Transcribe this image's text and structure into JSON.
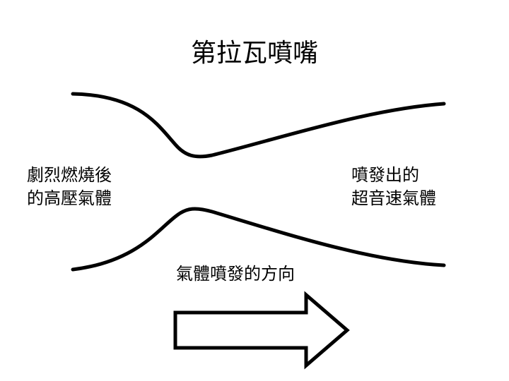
{
  "title": "第拉瓦噴嘴",
  "inlet_label": {
    "line1": "劇烈燃燒後",
    "line2": "的高壓氣體"
  },
  "outlet_label": {
    "line1": "噴發出的",
    "line2": "超音速氣體"
  },
  "flow_direction_label": "氣體噴發的方向",
  "colors": {
    "stroke": "#000000",
    "background": "#ffffff",
    "arrow_fill": "#ffffff"
  }
}
